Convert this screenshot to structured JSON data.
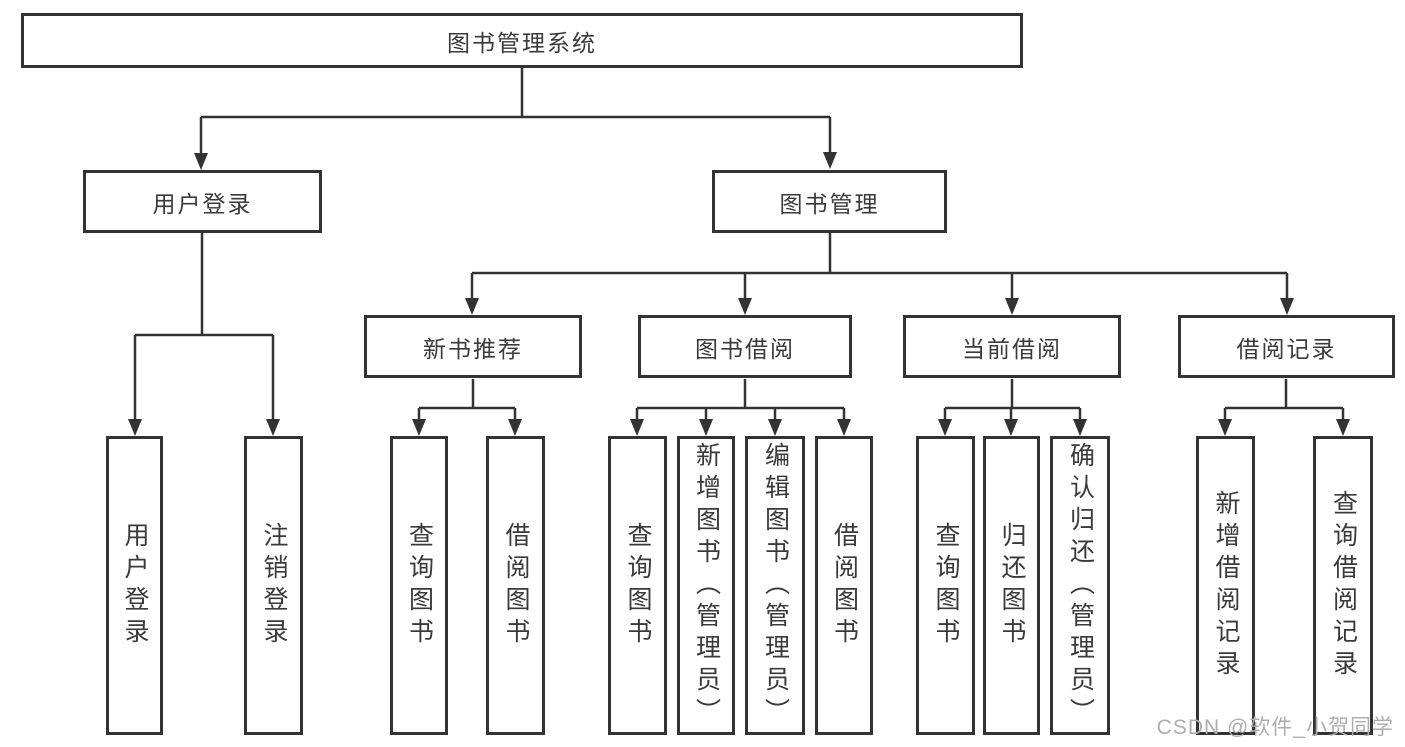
{
  "diagram_type": "hierarchy-diagram",
  "title": "图书管理系统",
  "tree": {
    "label": "图书管理系统",
    "children": [
      {
        "label": "用户登录",
        "children": [
          {
            "label": "用户登录"
          },
          {
            "label": "注销登录"
          }
        ]
      },
      {
        "label": "图书管理",
        "children": [
          {
            "label": "新书推荐",
            "children": [
              {
                "label": "查询图书"
              },
              {
                "label": "借阅图书"
              }
            ]
          },
          {
            "label": "图书借阅",
            "children": [
              {
                "label": "查询图书"
              },
              {
                "label": "新增图书（管理员）"
              },
              {
                "label": "编辑图书（管理员）"
              },
              {
                "label": "借阅图书"
              }
            ]
          },
          {
            "label": "当前借阅",
            "children": [
              {
                "label": "查询图书"
              },
              {
                "label": "归还图书"
              },
              {
                "label": "确认归还（管理员）"
              }
            ]
          },
          {
            "label": "借阅记录",
            "children": [
              {
                "label": "新增借阅记录"
              },
              {
                "label": "查询借阅记录"
              }
            ]
          }
        ]
      }
    ]
  },
  "watermark": {
    "text": "CSDN @软件_小贺同学"
  },
  "colors": {
    "background": "#ffffff",
    "line": "#333333",
    "box_border": "#333333",
    "box_fill": "#ffffff",
    "text": "#3a3a3a",
    "watermark": "#aeaeae"
  }
}
